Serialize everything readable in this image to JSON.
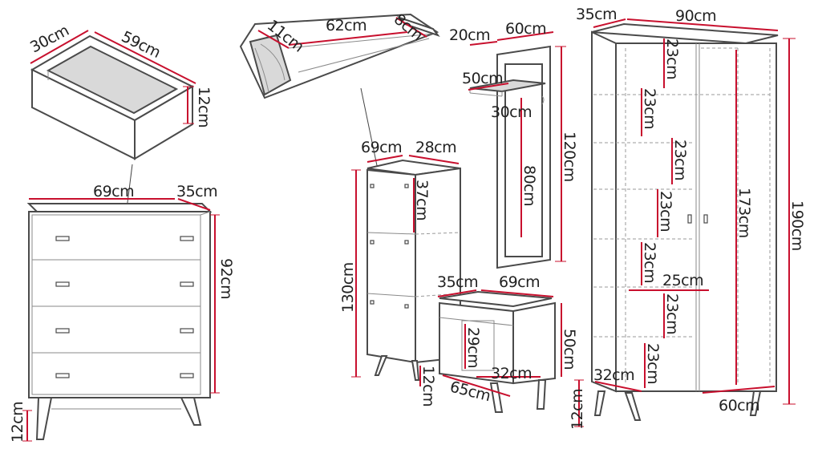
{
  "dims": {
    "d_30": "30cm",
    "d_59": "59cm",
    "d_12a": "12cm",
    "d_69a": "69cm",
    "d_35a": "35cm",
    "d_92": "92cm",
    "d_12b": "12cm",
    "d_11": "11cm",
    "d_62": "62cm",
    "d_8": "8cm",
    "d_69b": "69cm",
    "d_28": "28cm",
    "d_37": "37cm",
    "d_130": "130cm",
    "d_20": "20cm",
    "d_60a": "60cm",
    "d_50a": "50cm",
    "d_30b": "30cm",
    "d_80": "80cm",
    "d_120": "120cm",
    "d_35b": "35cm",
    "d_69c": "69cm",
    "d_29": "29cm",
    "d_32a": "32cm",
    "d_50b": "50cm",
    "d_12c": "12cm",
    "d_65": "65cm",
    "d_12d": "12cm",
    "d_35c": "35cm",
    "d_90": "90cm",
    "d_23a": "23cm",
    "d_23b": "23cm",
    "d_23c": "23cm",
    "d_23d": "23cm",
    "d_23e": "23cm",
    "d_25": "25cm",
    "d_23f": "23cm",
    "d_23g": "23cm",
    "d_173": "173cm",
    "d_190": "190cm",
    "d_32b": "32cm",
    "d_60b": "60cm"
  }
}
